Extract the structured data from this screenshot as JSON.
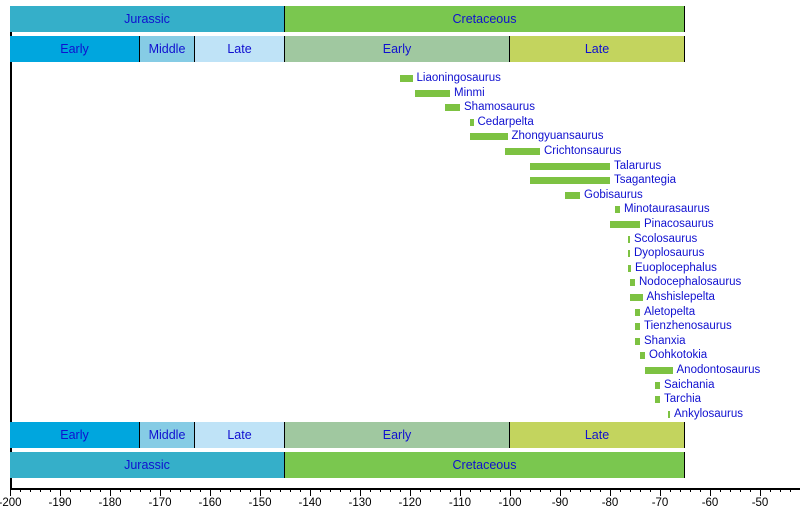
{
  "chart_data": {
    "type": "bar",
    "orientation": "horizontal",
    "title": "",
    "xlabel": "",
    "ylabel": "",
    "xlim": [
      -200,
      -45
    ],
    "xunit": "Ma",
    "grid": false,
    "legend": null,
    "axis": {
      "major_step": 10,
      "minor_step": 2,
      "tick_labels": [
        "-200",
        "-190",
        "-180",
        "-170",
        "-160",
        "-150",
        "-140",
        "-130",
        "-120",
        "-110",
        "-100",
        "-90",
        "-80",
        "-70",
        "-60",
        "-50"
      ],
      "tick_values": [
        -200,
        -190,
        -180,
        -170,
        -160,
        -150,
        -140,
        -130,
        -120,
        -110,
        -100,
        -90,
        -80,
        -70,
        -60,
        -50
      ]
    },
    "periods": [
      {
        "label": "Jurassic",
        "start": -200,
        "end": -145,
        "color": "#35AFC9"
      },
      {
        "label": "Cretaceous",
        "start": -145,
        "end": -65,
        "color": "#7AC74F"
      }
    ],
    "epochs": [
      {
        "label": "Early",
        "start": -200,
        "end": -174,
        "color": "#00A6DE"
      },
      {
        "label": "Middle",
        "start": -174,
        "end": -163,
        "color": "#86CCE5"
      },
      {
        "label": "Late",
        "start": -163,
        "end": -145,
        "color": "#BFE3F7"
      },
      {
        "label": "Early",
        "start": -145,
        "end": -100,
        "color": "#A0C8A0"
      },
      {
        "label": "Late",
        "start": -100,
        "end": -65,
        "color": "#C3D45E"
      }
    ],
    "bar_color": "#7DC242",
    "label_color": "#1010d0",
    "categories": [
      "Liaoningosaurus",
      "Minmi",
      "Shamosaurus",
      "Cedarpelta",
      "Zhongyuansaurus",
      "Crichtonsaurus",
      "Talarurus",
      "Tsagantegia",
      "Gobisaurus",
      "Minotaurasaurus",
      "Pinacosaurus",
      "Scolosaurus",
      "Dyoplosaurus",
      "Euoplocephalus",
      "Nodocephalosaurus",
      "Ahshislepelta",
      "Aletopelta",
      "Tienzhenosaurus",
      "Shanxia",
      "Oohkotokia",
      "Anodontosaurus",
      "Saichania",
      "Tarchia",
      "Ankylosaurus"
    ],
    "ranges": [
      {
        "name": "Liaoningosaurus",
        "start": -122.0,
        "end": -119.5
      },
      {
        "name": "Minmi",
        "start": -119.0,
        "end": -112.0
      },
      {
        "name": "Shamosaurus",
        "start": -113.0,
        "end": -110.0
      },
      {
        "name": "Cedarpelta",
        "start": -108.0,
        "end": -107.3
      },
      {
        "name": "Zhongyuansaurus",
        "start": -108.0,
        "end": -100.5
      },
      {
        "name": "Crichtonsaurus",
        "start": -101.0,
        "end": -94.0
      },
      {
        "name": "Talarurus",
        "start": -96.0,
        "end": -80.0
      },
      {
        "name": "Tsagantegia",
        "start": -96.0,
        "end": -80.0
      },
      {
        "name": "Gobisaurus",
        "start": -89.0,
        "end": -86.0
      },
      {
        "name": "Minotaurasaurus",
        "start": -79.0,
        "end": -78.0
      },
      {
        "name": "Pinacosaurus",
        "start": -80.0,
        "end": -74.0
      },
      {
        "name": "Scolosaurus",
        "start": -76.5,
        "end": -76.0
      },
      {
        "name": "Dyoplosaurus",
        "start": -76.5,
        "end": -76.0
      },
      {
        "name": "Euoplocephalus",
        "start": -76.5,
        "end": -75.8
      },
      {
        "name": "Nodocephalosaurus",
        "start": -76.0,
        "end": -75.0
      },
      {
        "name": "Ahshislepelta",
        "start": -76.0,
        "end": -73.5
      },
      {
        "name": "Aletopelta",
        "start": -75.0,
        "end": -74.0
      },
      {
        "name": "Tienzhenosaurus",
        "start": -75.0,
        "end": -74.0
      },
      {
        "name": "Shanxia",
        "start": -75.0,
        "end": -74.0
      },
      {
        "name": "Oohkotokia",
        "start": -74.0,
        "end": -73.0
      },
      {
        "name": "Anodontosaurus",
        "start": -73.0,
        "end": -67.5
      },
      {
        "name": "Saichania",
        "start": -71.0,
        "end": -70.0
      },
      {
        "name": "Tarchia",
        "start": -71.0,
        "end": -70.0
      },
      {
        "name": "Ankylosaurus",
        "start": -68.5,
        "end": -68.0
      }
    ]
  }
}
